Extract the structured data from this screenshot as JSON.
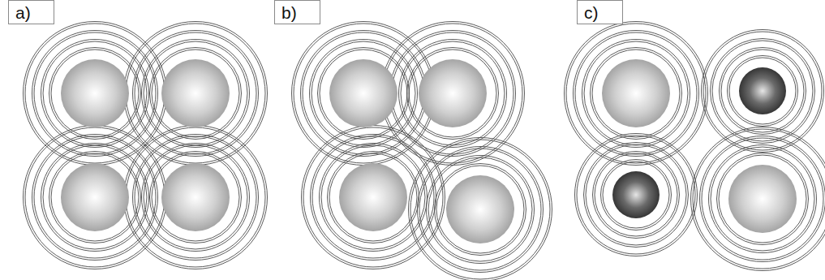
{
  "diagram": {
    "nodes": [
      {
        "text": [
          "a)"
        ]
      },
      {
        "text": [
          "b)"
        ]
      },
      {
        "text": [
          "c)"
        ]
      }
    ]
  }
}
